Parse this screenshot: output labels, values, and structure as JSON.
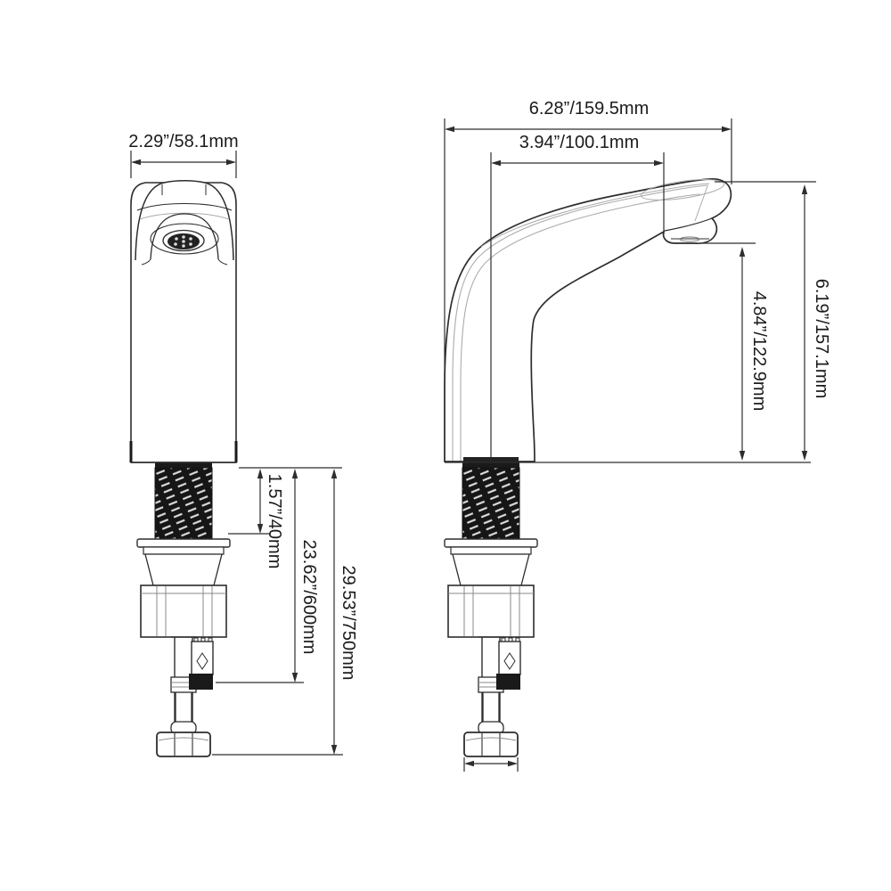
{
  "drawing": {
    "background_color": "#ffffff",
    "line_color": "#2d2d2d",
    "detail_line_color": "#a9a9a9",
    "dimensions": {
      "front_head_width": "2.29”/58.1mm",
      "front_shank_height": "1.57”/40mm",
      "front_hose_length": "23.62”/600mm",
      "front_total_height": "29.53”/750mm",
      "side_overall_reach": "6.28”/159.5mm",
      "side_spout_reach": "3.94”/100.1mm",
      "side_outlet_height": "4.84”/122.9mm",
      "side_spout_height": "6.19”/157.1mm"
    }
  }
}
